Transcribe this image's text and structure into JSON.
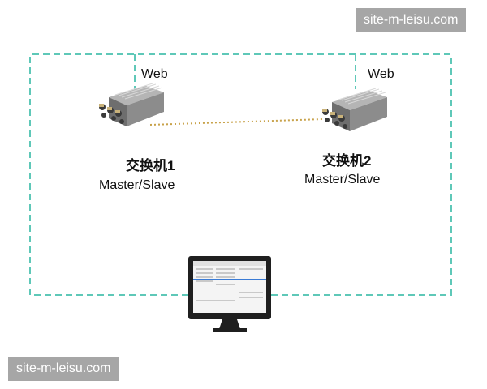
{
  "watermark_text": "site-m-leisu.com",
  "switch1": {
    "name": "交换机1",
    "role": "Master/Slave",
    "web_label": "Web"
  },
  "switch2": {
    "name": "交换机2",
    "role": "Master/Slave",
    "web_label": "Web"
  },
  "colors": {
    "network_line": "#5ec8b8",
    "link_line": "#c8a24a",
    "device_body": "#8c8c8c",
    "monitor": "#1f1f1f"
  },
  "icons": [
    "network-switch-icon",
    "monitor-icon"
  ]
}
